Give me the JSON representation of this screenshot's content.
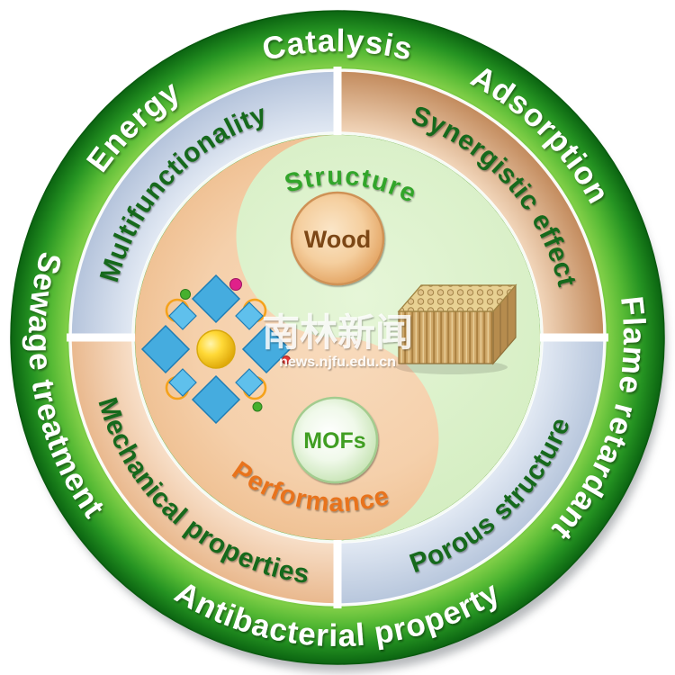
{
  "outer_ring": {
    "ring_color": "#2f9e25",
    "text_color": "#ffffff",
    "labels": {
      "top": "Catalysis",
      "top_right": "Adsorption",
      "right": "Flame retardant",
      "bottom": "Antibacterial property",
      "left": "Sewage treatment",
      "top_left": "Energy"
    }
  },
  "quadrant_ring": {
    "text_color": "#15691b",
    "quadrants": [
      {
        "position": "top-left",
        "label": "Multifunctionality",
        "color": "#ccd7e9"
      },
      {
        "position": "top-right",
        "label": "Synergistic effect",
        "color": "#e7c29c"
      },
      {
        "position": "bottom-left",
        "label": "Mechanical properties",
        "color": "#f4d5b7"
      },
      {
        "position": "bottom-right",
        "label": "Porous structure",
        "color": "#d2ddee"
      }
    ]
  },
  "core": {
    "yin_color": "#f4cba2",
    "yang_color": "#ddf1cc",
    "structure_label": "Structure",
    "structure_color": "#33a52c",
    "performance_label": "Performance",
    "performance_color": "#e8731f",
    "wood_node": {
      "label": "Wood",
      "fill": "#f3c795",
      "text_color": "#7c4716"
    },
    "mofs_node": {
      "label": "MOFs",
      "fill": "#edf7e4",
      "text_color": "#3f9e23"
    },
    "illustrations": {
      "left": "mof-crystal-structure-illustration",
      "right": "porous-wood-block-illustration"
    }
  },
  "watermark": {
    "title": "南林新闻",
    "url": "news.njfu.edu.cn"
  }
}
